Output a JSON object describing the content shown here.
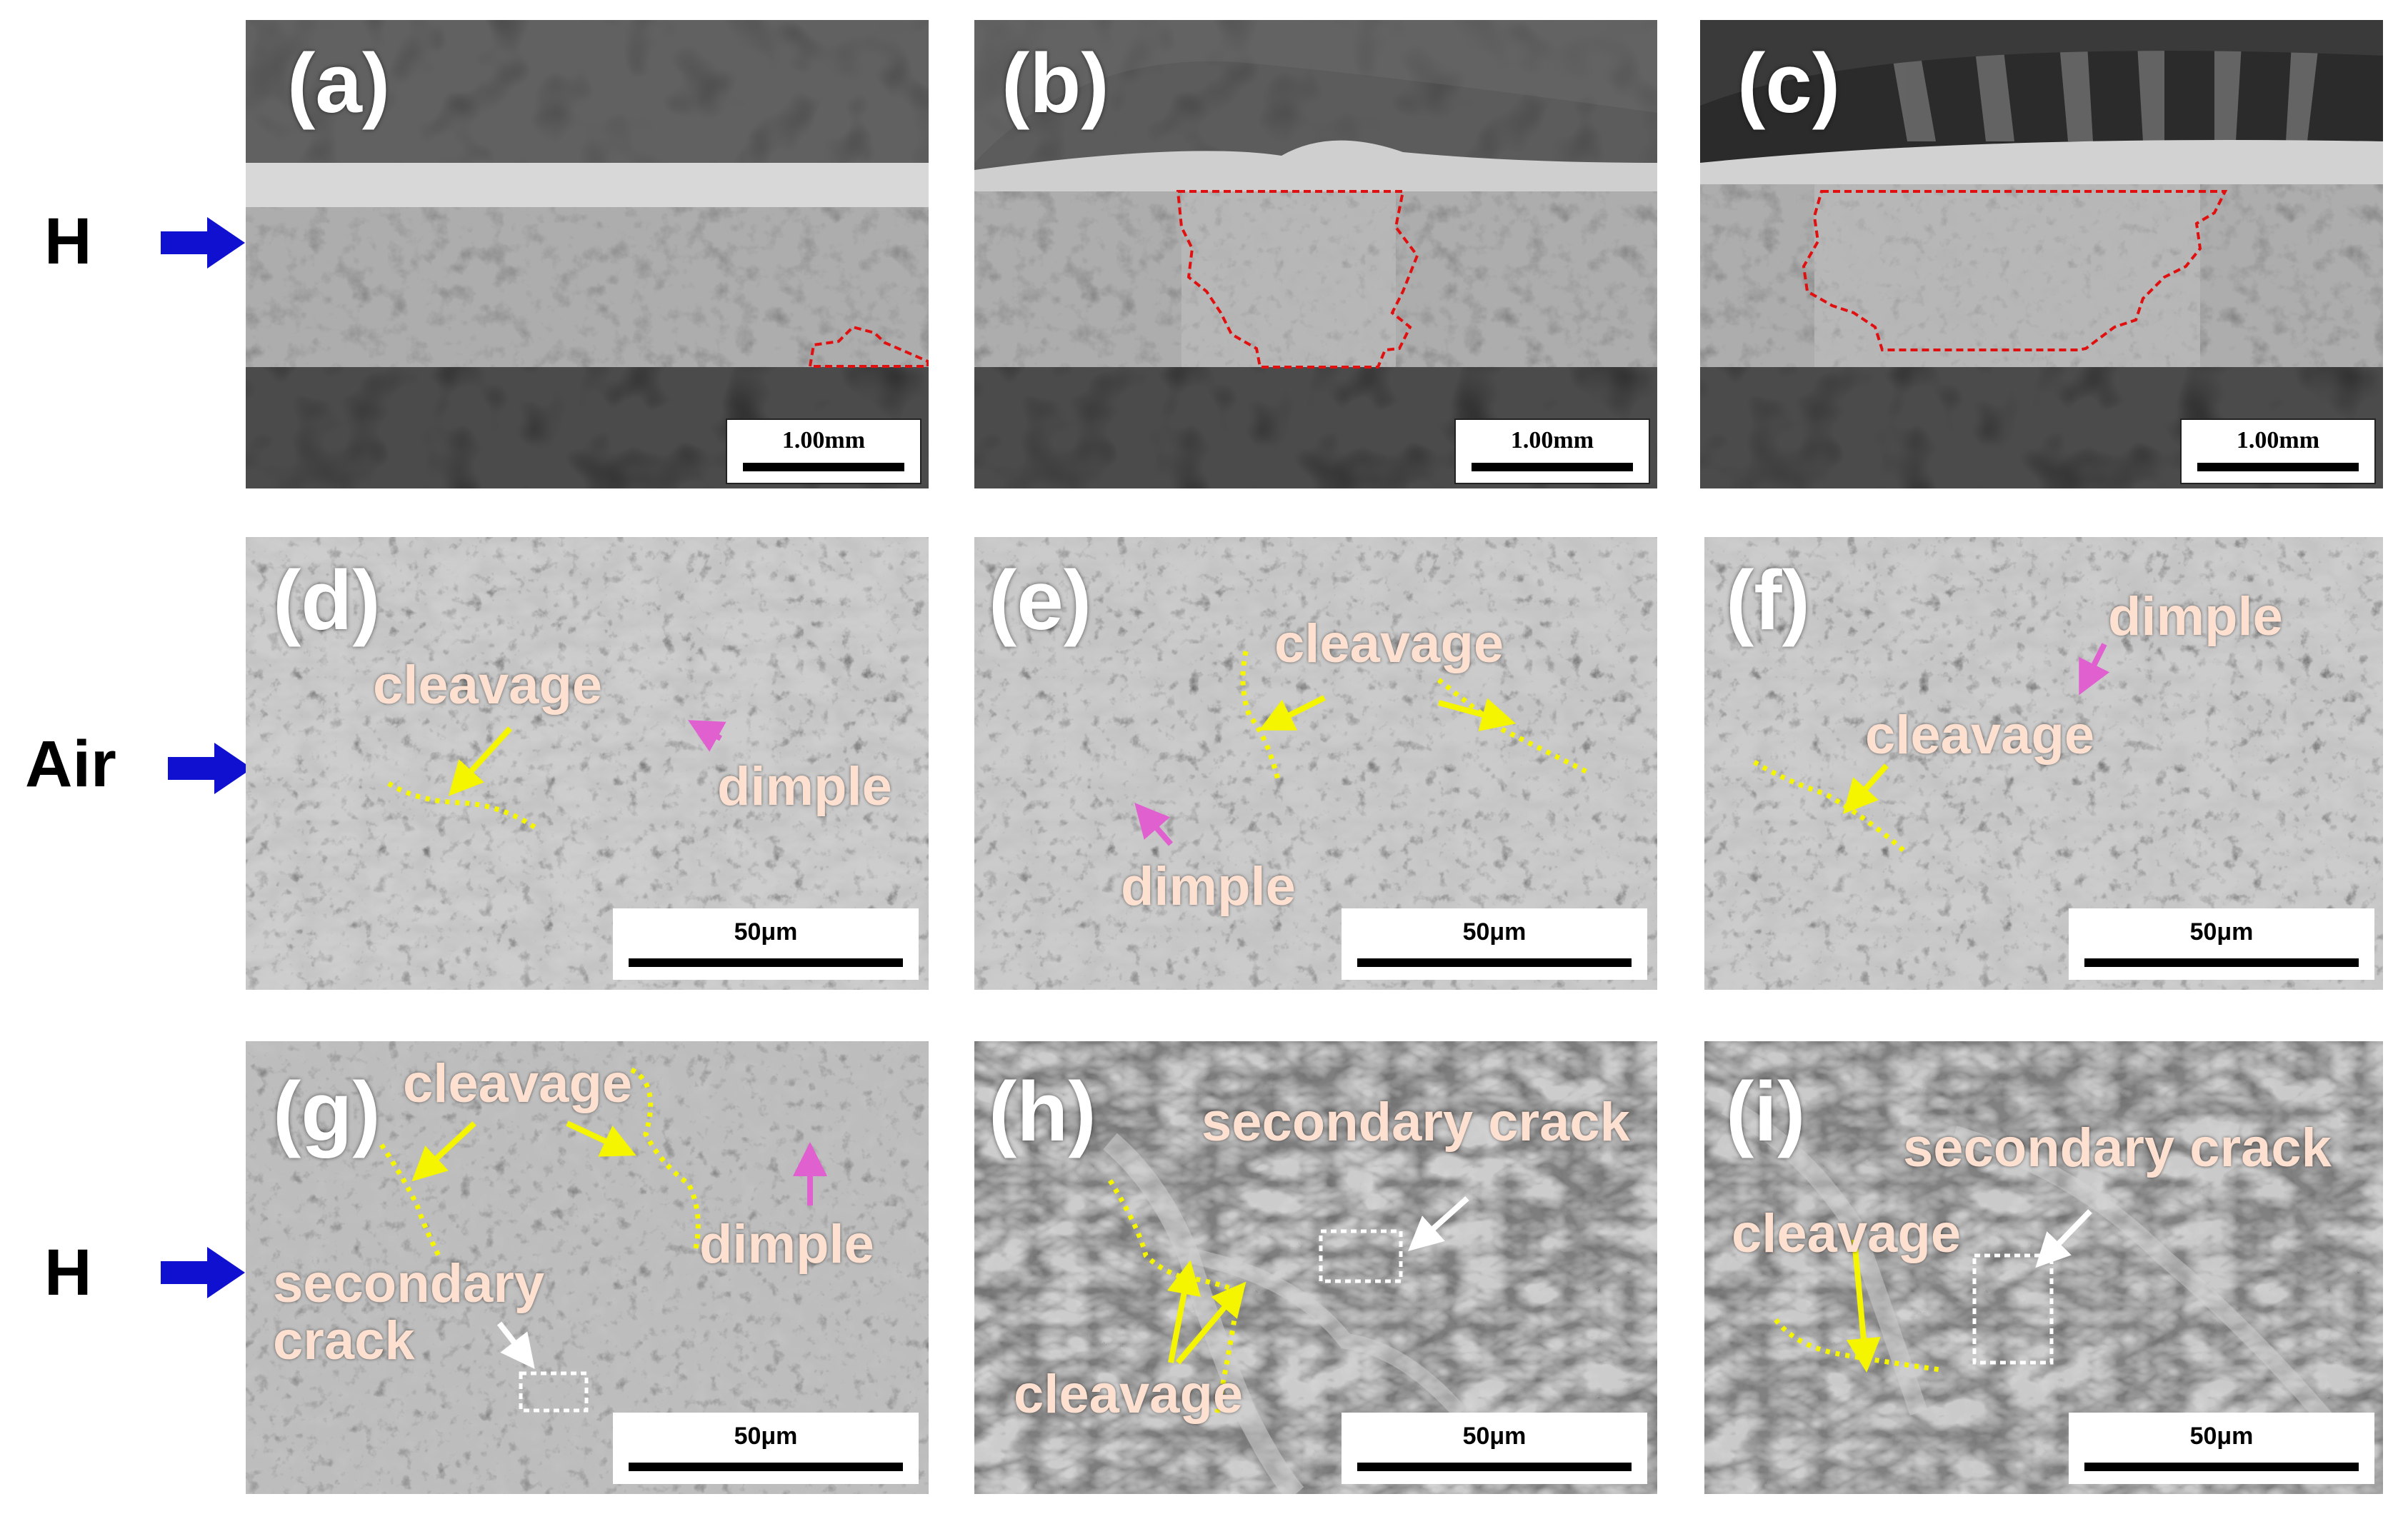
{
  "rows": [
    {
      "label": "H"
    },
    {
      "label": "Air"
    },
    {
      "label": "H"
    }
  ],
  "panels": {
    "a": {
      "letter": "(a)",
      "scale": "1.00mm"
    },
    "b": {
      "letter": "(b)",
      "scale": "1.00mm"
    },
    "c": {
      "letter": "(c)",
      "scale": "1.00mm"
    },
    "d": {
      "letter": "(d)",
      "scale": "50μm",
      "annotations": [
        "cleavage",
        "dimple"
      ]
    },
    "e": {
      "letter": "(e)",
      "scale": "50μm",
      "annotations": [
        "cleavage",
        "dimple"
      ]
    },
    "f": {
      "letter": "(f)",
      "scale": "50μm",
      "annotations": [
        "dimple",
        "cleavage"
      ]
    },
    "g": {
      "letter": "(g)",
      "scale": "50μm",
      "annotations": [
        "cleavage",
        "dimple",
        "secondary\ncrack"
      ]
    },
    "h": {
      "letter": "(h)",
      "scale": "50μm",
      "annotations": [
        "secondary crack",
        "cleavage"
      ]
    },
    "i": {
      "letter": "(i)",
      "scale": "50μm",
      "annotations": [
        "secondary crack",
        "cleavage"
      ]
    }
  },
  "colors": {
    "row_arrow": "#1010d0",
    "annotation_text": "#fde0d0",
    "cleavage_line": "#f5f500",
    "dimple_arrow": "#e060d0",
    "crack_arrow": "#ffffff",
    "fracture_region_outline": "#e01010"
  }
}
